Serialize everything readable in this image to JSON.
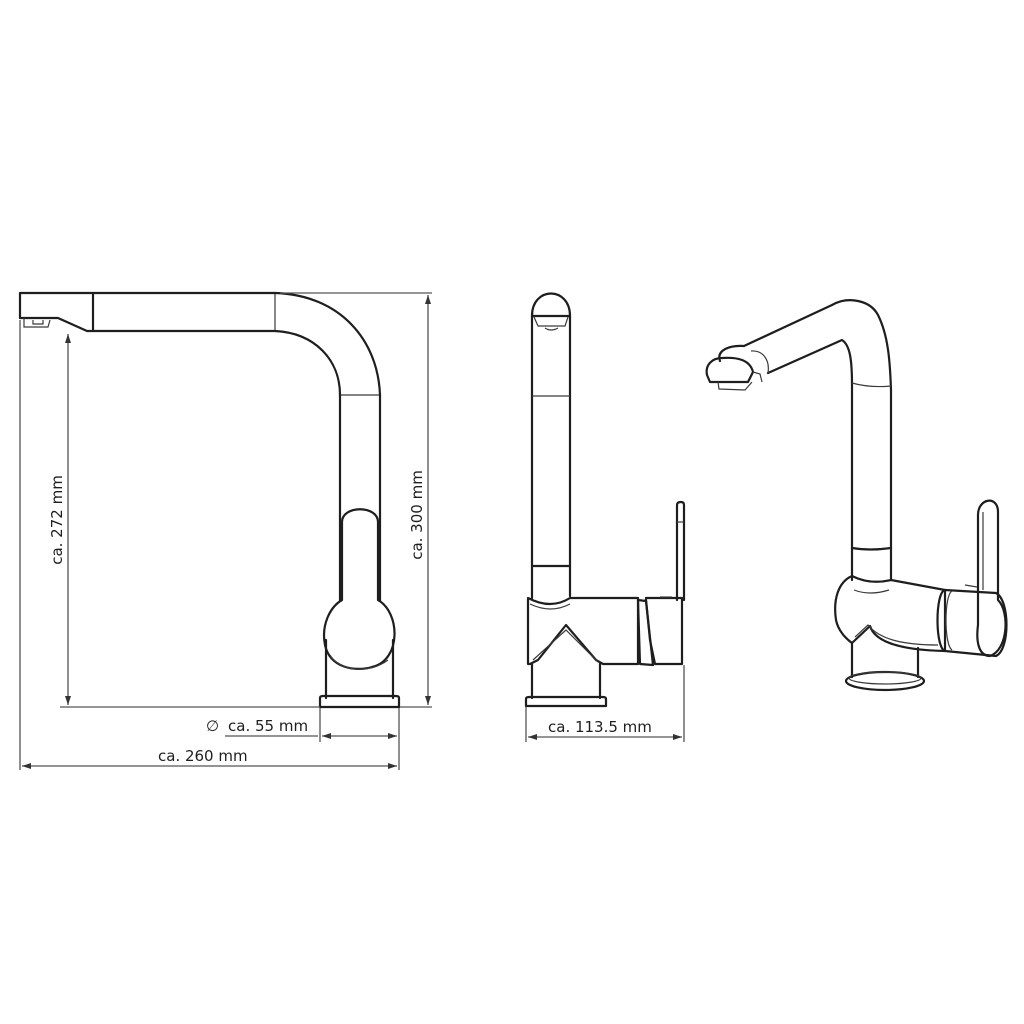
{
  "drawing": {
    "title": "Kitchen mixer tap dimension drawing",
    "views": [
      {
        "name": "front-view"
      },
      {
        "name": "side-view"
      },
      {
        "name": "perspective-view"
      }
    ],
    "dimensions": {
      "spout_height": "ca. 272 mm",
      "total_height": "ca. 300 mm",
      "base_diameter": "ca. 55 mm",
      "diameter_symbol": "∅",
      "total_reach": "ca. 260 mm",
      "side_depth": "ca. 113.5 mm"
    },
    "colors": {
      "line": "#1e1e1e",
      "background": "#ffffff"
    }
  }
}
